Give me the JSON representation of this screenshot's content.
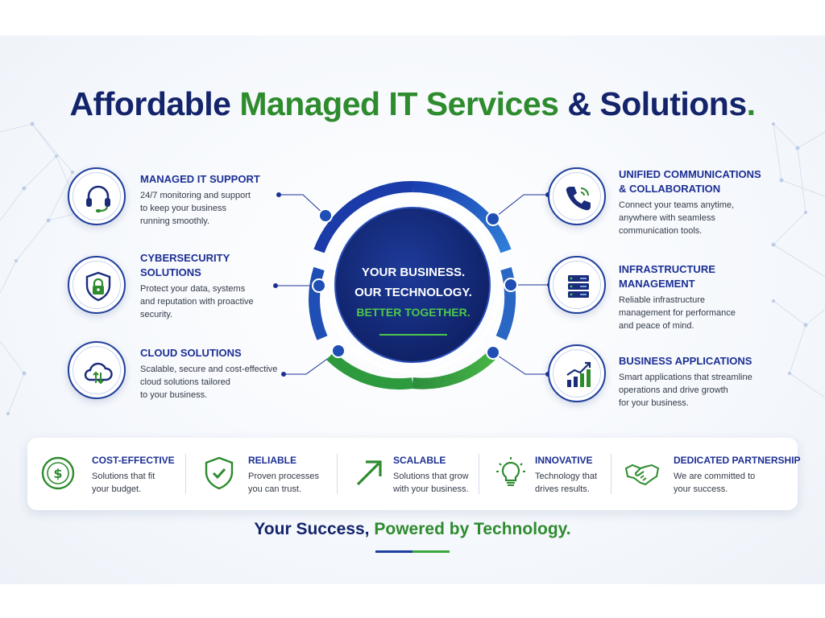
{
  "title": {
    "part1": "Affordable",
    "part2": "Managed IT Services",
    "part3": "&",
    "part4": "Solutions",
    "period": "."
  },
  "services_left": [
    {
      "title": "MANAGED IT SUPPORT",
      "desc": "24/7 monitoring and support\nto keep your business\nrunning smoothly.",
      "icon": "headset-icon"
    },
    {
      "title": "CYBERSECURITY\nSOLUTIONS",
      "desc": "Protect your data, systems\nand reputation with proactive\nsecurity.",
      "icon": "shield-lock-icon"
    },
    {
      "title": "CLOUD SOLUTIONS",
      "desc": "Scalable, secure and cost-effective\ncloud solutions tailored\nto your business.",
      "icon": "cloud-sync-icon"
    }
  ],
  "services_right": [
    {
      "title": "UNIFIED COMMUNICATIONS\n& COLLABORATION",
      "desc": "Connect your teams anytime,\nanywhere with seamless\ncommunication tools.",
      "icon": "phone-icon"
    },
    {
      "title": "INFRASTRUCTURE\nMANAGEMENT",
      "desc": "Reliable infrastructure\nmanagement for performance\nand peace of mind.",
      "icon": "server-icon"
    },
    {
      "title": "BUSINESS APPLICATIONS",
      "desc": "Smart applications that streamline\noperations and drive growth\nfor your business.",
      "icon": "growth-chart-icon"
    }
  ],
  "hub": {
    "line1": "YOUR BUSINESS.",
    "line2": "OUR TECHNOLOGY.",
    "line3": "BETTER TOGETHER."
  },
  "benefits": [
    {
      "title": "COST-EFFECTIVE",
      "desc": "Solutions that fit\nyour budget.",
      "icon": "dollar-coin-icon"
    },
    {
      "title": "RELIABLE",
      "desc": "Proven processes\nyou can trust.",
      "icon": "shield-check-icon"
    },
    {
      "title": "SCALABLE",
      "desc": "Solutions that grow\nwith your business.",
      "icon": "arrow-up-right-icon"
    },
    {
      "title": "INNOVATIVE",
      "desc": "Technology that\ndrives results.",
      "icon": "lightbulb-icon"
    },
    {
      "title": "DEDICATED PARTNERSHIP",
      "desc": "We are committed to\nyour success.",
      "icon": "handshake-icon"
    }
  ],
  "footer": {
    "part1": "Your Success,",
    "part2": "Powered by Technology."
  },
  "colors": {
    "navy": "#14246b",
    "blue": "#1c2f94",
    "green": "#2e8b2e",
    "bright_green": "#4cc84c"
  }
}
